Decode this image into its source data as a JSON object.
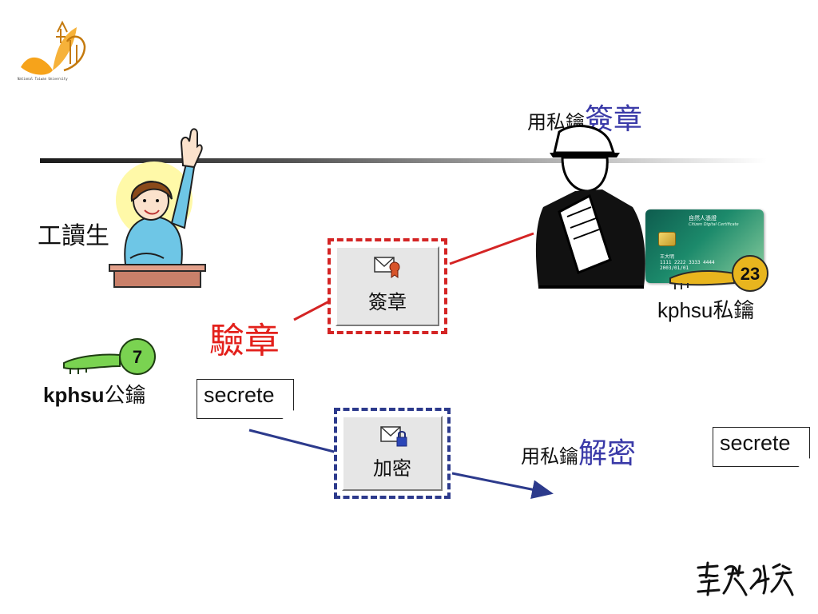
{
  "header": {
    "logo_caption": "National Taiwan University"
  },
  "actors": {
    "worker_label": "工讀生",
    "sign_caption_small": "用私鑰",
    "sign_caption_big": "簽章",
    "private_key_label_name": "kphsu",
    "private_key_label_suffix": "私鑰",
    "public_key_label_name": "kphsu",
    "public_key_label_suffix": "公鑰"
  },
  "keys": {
    "green_key_number": "7",
    "gold_key_number": "23"
  },
  "card": {
    "title": "自然人憑證",
    "subtitle": "Citizen Digital Certificate",
    "holder": "王大明",
    "number": "1111 2222 3333 4444",
    "date": "2003/01/01"
  },
  "flow": {
    "verify_label": "驗章",
    "sign_button_label": "簽章",
    "encrypt_button_label": "加密",
    "decrypt_caption_small": "用私鑰",
    "decrypt_caption_big": "解密",
    "message_left": "secrete",
    "message_right": "secrete"
  },
  "colors": {
    "red": "#d42424",
    "blue": "#2c3a8c",
    "caption_blue": "#3a3aa8"
  },
  "icons": {
    "sign_icon": "envelope-ribbon-icon",
    "encrypt_icon": "envelope-lock-icon"
  },
  "footer": {
    "calligraphy_logo": "臺灣大學"
  }
}
